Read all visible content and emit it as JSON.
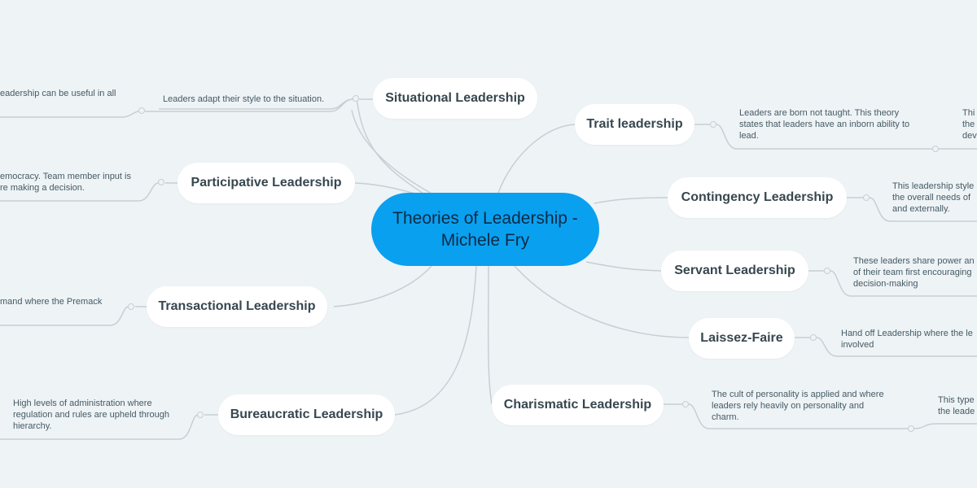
{
  "central_topic": "Theories of Leadership -\nMichele Fry",
  "topics": {
    "situational": {
      "label": "Situational Leadership",
      "note": "Leaders adapt their style to the situation.",
      "subnote": "eadership can be useful in all"
    },
    "participative": {
      "label": "Participative Leadership",
      "subnote": "emocracy. Team member input is\nre making a decision."
    },
    "transactional": {
      "label": "Transactional Leadership",
      "subnote": "mand where the Premack"
    },
    "bureaucratic": {
      "label": "Bureaucratic Leadership",
      "note": "High levels of administration where\nregulation and rules are upheld through\nhierarchy."
    },
    "trait": {
      "label": "Trait leadership",
      "note": "Leaders are born not taught. This theory\nstates that leaders have an inborn ability to\nlead.",
      "subnote": "Thi\nthe\ndev"
    },
    "contingency": {
      "label": "Contingency Leadership",
      "note": "This leadership style\nthe overall needs of\nand externally."
    },
    "servant": {
      "label": "Servant Leadership",
      "note": "These leaders share power an\nof their team first encouraging\ndecision-making"
    },
    "laissez": {
      "label": "Laissez-Faire",
      "note": "Hand off Leadership where the le\ninvolved"
    },
    "charismatic": {
      "label": "Charismatic Leadership",
      "note": "The cult of personality is applied and where\nleaders rely heavily on personality and\ncharm.",
      "subnote": "This type\nthe leade"
    }
  },
  "colors": {
    "center_fill": "#0aa0f0",
    "center_text": "#0b2b45",
    "connector": "#c7cfd4",
    "background": "#eef3f6"
  }
}
